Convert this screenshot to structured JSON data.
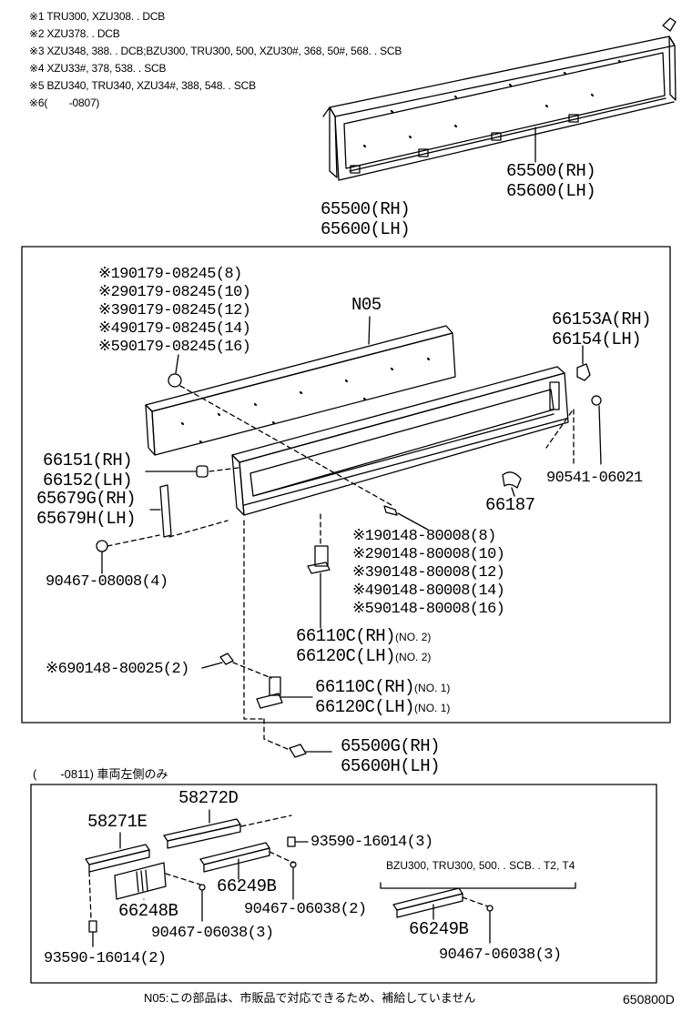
{
  "notes": [
    "※1 TRU300, XZU308. . DCB",
    "※2 XZU378. . DCB",
    "※3 XZU348, 388. . DCB;BZU300, TRU300, 500, XZU30#, 368, 50#, 568. . SCB",
    "※4 XZU33#, 378, 538. . SCB",
    "※5 BZU340, TRU340, XZU34#, 388, 548. . SCB",
    "※6(　　-0807)"
  ],
  "top_assembly": {
    "rh": "65500(RH)",
    "lh": "65600(LH)"
  },
  "main_group": {
    "rh": "65500(RH)",
    "lh": "65600(LH)"
  },
  "parts": {
    "n05": "N05",
    "bolt_90179": [
      "※190179-08245(8)",
      "※290179-08245(10)",
      "※390179-08245(12)",
      "※490179-08245(14)",
      "※590179-08245(16)"
    ],
    "p66153": {
      "rh": "66153A(RH)",
      "lh": "66154(LH)"
    },
    "p90541": "90541-06021",
    "p66151": {
      "rh": "66151(RH)",
      "lh": "66152(LH)"
    },
    "p65679": {
      "rh": "65679G(RH)",
      "lh": "65679H(LH)"
    },
    "p66187": "66187",
    "bolt_90148": [
      "※190148-80008(8)",
      "※290148-80008(10)",
      "※390148-80008(12)",
      "※490148-80008(14)",
      "※590148-80008(16)"
    ],
    "p90467_08008": "90467-08008(4)",
    "hinge_no2": {
      "rh": "66110C(RH)",
      "lh": "66120C(LH)",
      "tag": "(NO. 2)"
    },
    "p90148_80025": "※690148-80025(2)",
    "hinge_no1": {
      "rh": "66110C(RH)",
      "lh": "66120C(LH)",
      "tag": "(NO. 1)"
    },
    "p65500g": {
      "rh": "65500G(RH)",
      "lh": "65600H(LH)"
    }
  },
  "sub_box": {
    "caption": "(　　-0811) 車両左側のみ",
    "p58272d": "58272D",
    "p58271e": "58271E",
    "p93590_a": "93590-16014(3)",
    "p66249b_a": "66249B",
    "p66248b": "66248B",
    "p90467_a": "90467-06038(2)",
    "p90467_b": "90467-06038(3)",
    "p93590_b": "93590-16014(2)",
    "variant_note": "BZU300, TRU300, 500. . SCB. . T2, T4",
    "p66249b_b": "66249B",
    "p90467_c": "90467-06038(3)"
  },
  "footnote": "N05:この部品は、市販品で対応できるため、補給していません",
  "diagram_id": "650800D"
}
